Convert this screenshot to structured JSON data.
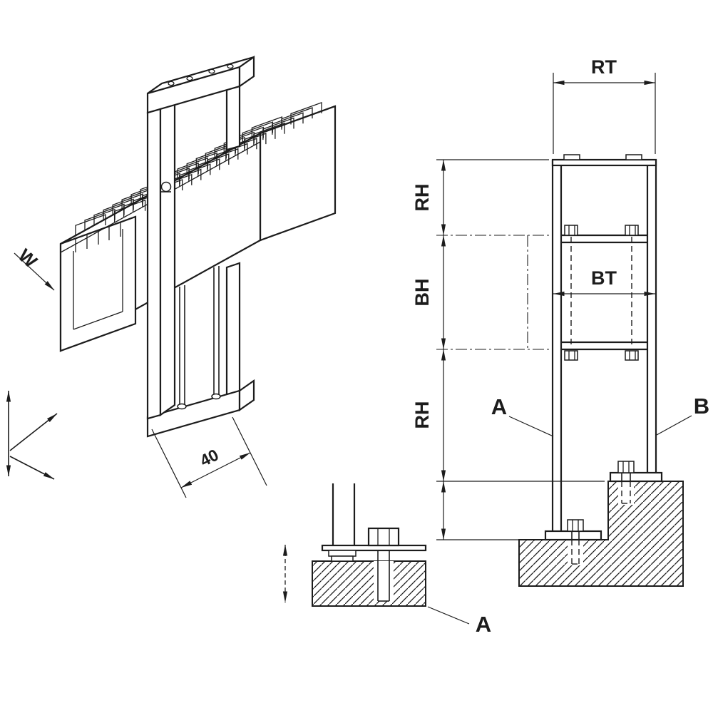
{
  "page": {
    "background": "#ffffff",
    "ink": "#1c1c1c"
  },
  "isometric": {
    "width_label": "W",
    "offset_dimension_label": "40"
  },
  "elevation": {
    "rail_top_width_label": "RT",
    "upper_rail_height_label": "RH",
    "beam_height_label": "BH",
    "beam_width_label": "BT",
    "lower_rail_height_label": "RH",
    "front_support_label": "A",
    "rear_support_label": "B"
  },
  "detail": {
    "detail_reference_label": "A"
  }
}
